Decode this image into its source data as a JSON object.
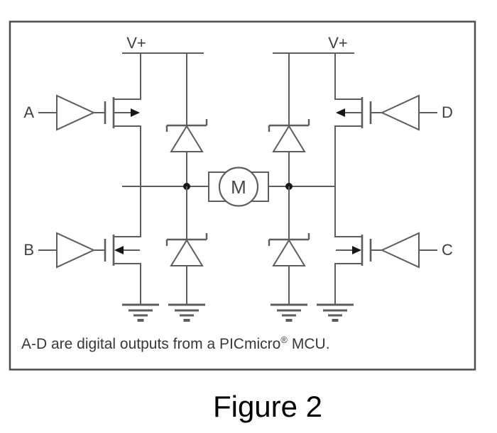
{
  "schematic": {
    "vplus": "V+",
    "inputs": {
      "a": "A",
      "b": "B",
      "c": "C",
      "d": "D"
    },
    "motor": "M",
    "note": {
      "prefix": "A-D are digital outputs from a PICmicro",
      "registered": "®",
      "suffix": "MCU."
    }
  },
  "figure": {
    "caption": "Figure 2"
  },
  "colors": {
    "wire": "#5d5d5d",
    "label": "#3f3f3f",
    "junction": "#161616",
    "frame": "#4d4d4d",
    "caption_text": "#000000"
  }
}
